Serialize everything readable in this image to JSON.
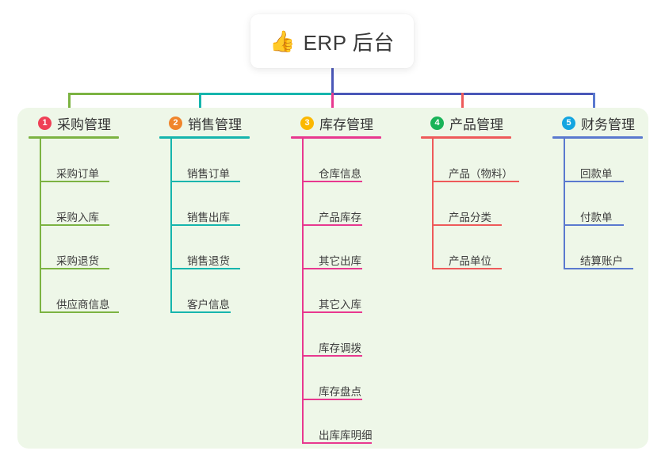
{
  "root": {
    "icon": "thumbs-up-icon",
    "icon_glyph": "👍",
    "title": "ERP 后台"
  },
  "palette": {
    "panel_bg": "#eef7e8",
    "card_bg": "#ffffff",
    "trunk_blue": "#4a57b8",
    "green": "#7cb342",
    "teal": "#16b5ad",
    "pink": "#e8388f",
    "red": "#ee5a5a",
    "blue": "#5a79cf"
  },
  "columns": [
    {
      "badge": "1",
      "badge_color": "#ef4056",
      "line_color": "#7cb342",
      "title": "采购管理",
      "items": [
        "采购订单",
        "采购入库",
        "采购退货",
        "供应商信息"
      ]
    },
    {
      "badge": "2",
      "badge_color": "#f0852c",
      "line_color": "#16b5ad",
      "title": "销售管理",
      "items": [
        "销售订单",
        "销售出库",
        "销售退货",
        "客户信息"
      ]
    },
    {
      "badge": "3",
      "badge_color": "#fbb800",
      "line_color": "#e8388f",
      "title": "库存管理",
      "items": [
        "仓库信息",
        "产品库存",
        "其它出库",
        "其它入库",
        "库存调拨",
        "库存盘点",
        "出库库明细"
      ]
    },
    {
      "badge": "4",
      "badge_color": "#19b358",
      "line_color": "#ee5a5a",
      "title": "产品管理",
      "items": [
        "产品（物料）",
        "产品分类",
        "产品单位"
      ]
    },
    {
      "badge": "5",
      "badge_color": "#14a5e0",
      "line_color": "#5a79cf",
      "title": "财务管理",
      "items": [
        "回款单",
        "付款单",
        "结算账户"
      ]
    }
  ]
}
